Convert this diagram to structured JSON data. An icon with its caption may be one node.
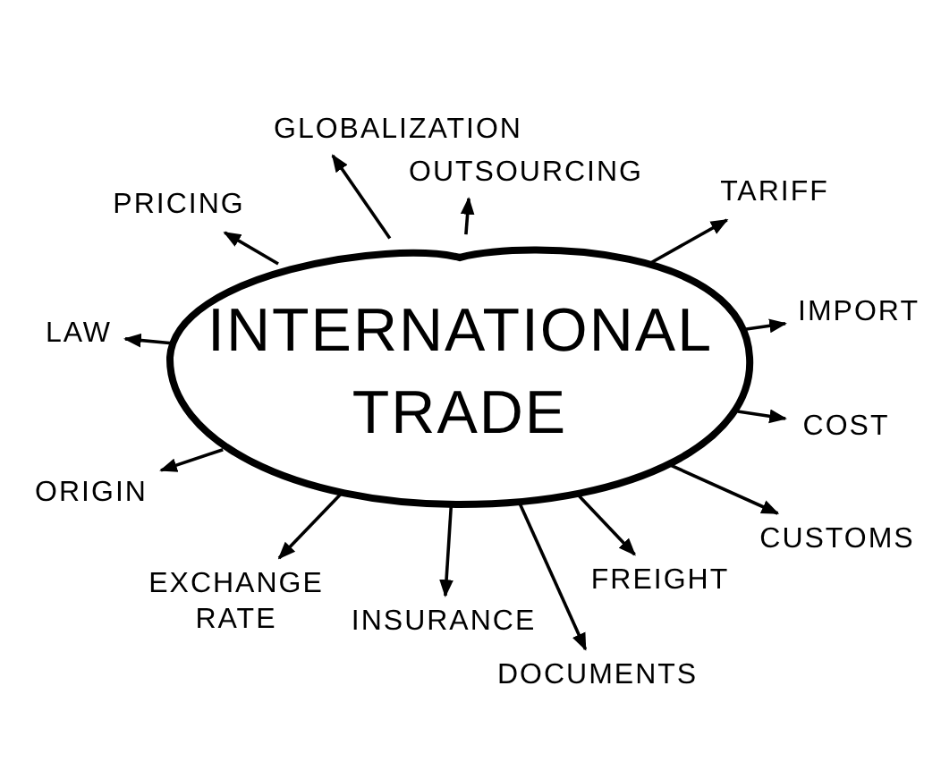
{
  "diagram": {
    "nodes": [
      {
        "text": [
          "INTERNATIONAL TRADE"
        ]
      },
      {
        "text": [
          "GLOBALIZATION"
        ]
      },
      {
        "text": [
          "PRICING"
        ]
      },
      {
        "text": [
          "OUTSOURCING"
        ]
      },
      {
        "text": [
          "TARIFF"
        ]
      },
      {
        "text": [
          "LAW"
        ]
      },
      {
        "text": [
          "IMPORT"
        ]
      },
      {
        "text": [
          "COST"
        ]
      },
      {
        "text": [
          "ORIGIN"
        ]
      },
      {
        "text": [
          "CUSTOMS"
        ]
      },
      {
        "text": [
          "EXCHANGE RATE"
        ]
      },
      {
        "text": [
          "INSURANCE"
        ]
      },
      {
        "text": [
          "FREIGHT"
        ]
      },
      {
        "text": [
          "DOCUMENTS"
        ]
      }
    ],
    "edges": [
      {
        "from": 0,
        "to": 1,
        "arrow": "to"
      },
      {
        "from": 0,
        "to": 2,
        "arrow": "to"
      },
      {
        "from": 0,
        "to": 3,
        "arrow": "to"
      },
      {
        "from": 0,
        "to": 4,
        "arrow": "to"
      },
      {
        "from": 0,
        "to": 5,
        "arrow": "to"
      },
      {
        "from": 0,
        "to": 6,
        "arrow": "to"
      },
      {
        "from": 0,
        "to": 7,
        "arrow": "to"
      },
      {
        "from": 0,
        "to": 8,
        "arrow": "to"
      },
      {
        "from": 0,
        "to": 9,
        "arrow": "to"
      },
      {
        "from": 0,
        "to": 10,
        "arrow": "to"
      },
      {
        "from": 0,
        "to": 11,
        "arrow": "to"
      },
      {
        "from": 0,
        "to": 12,
        "arrow": "to"
      },
      {
        "from": 0,
        "to": 13,
        "arrow": "to"
      }
    ]
  }
}
